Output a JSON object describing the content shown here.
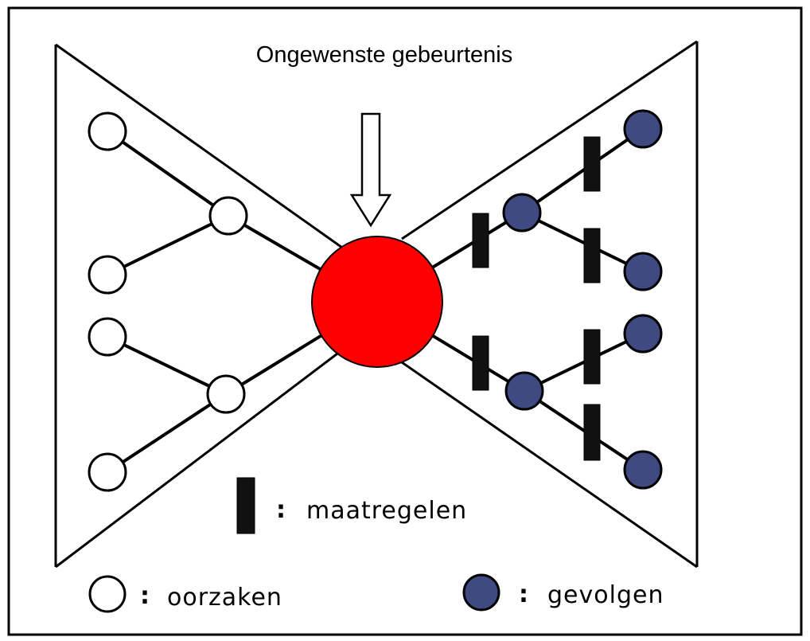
{
  "title": "Ongewenste gebeurtenis",
  "colors": {
    "event": "#ff0000",
    "consequence": "#3f4a82",
    "cause": "#ffffff",
    "measure": "#111111",
    "line": "#000000"
  },
  "legend": {
    "measures": {
      "colon": ":",
      "label": "maatregelen"
    },
    "causes": {
      "colon": ":",
      "label": "oorzaken"
    },
    "consequences": {
      "colon": ":",
      "label": "gevolgen"
    }
  },
  "icons": {
    "arrow": "down-arrow-icon",
    "event": "red-circle-icon"
  }
}
